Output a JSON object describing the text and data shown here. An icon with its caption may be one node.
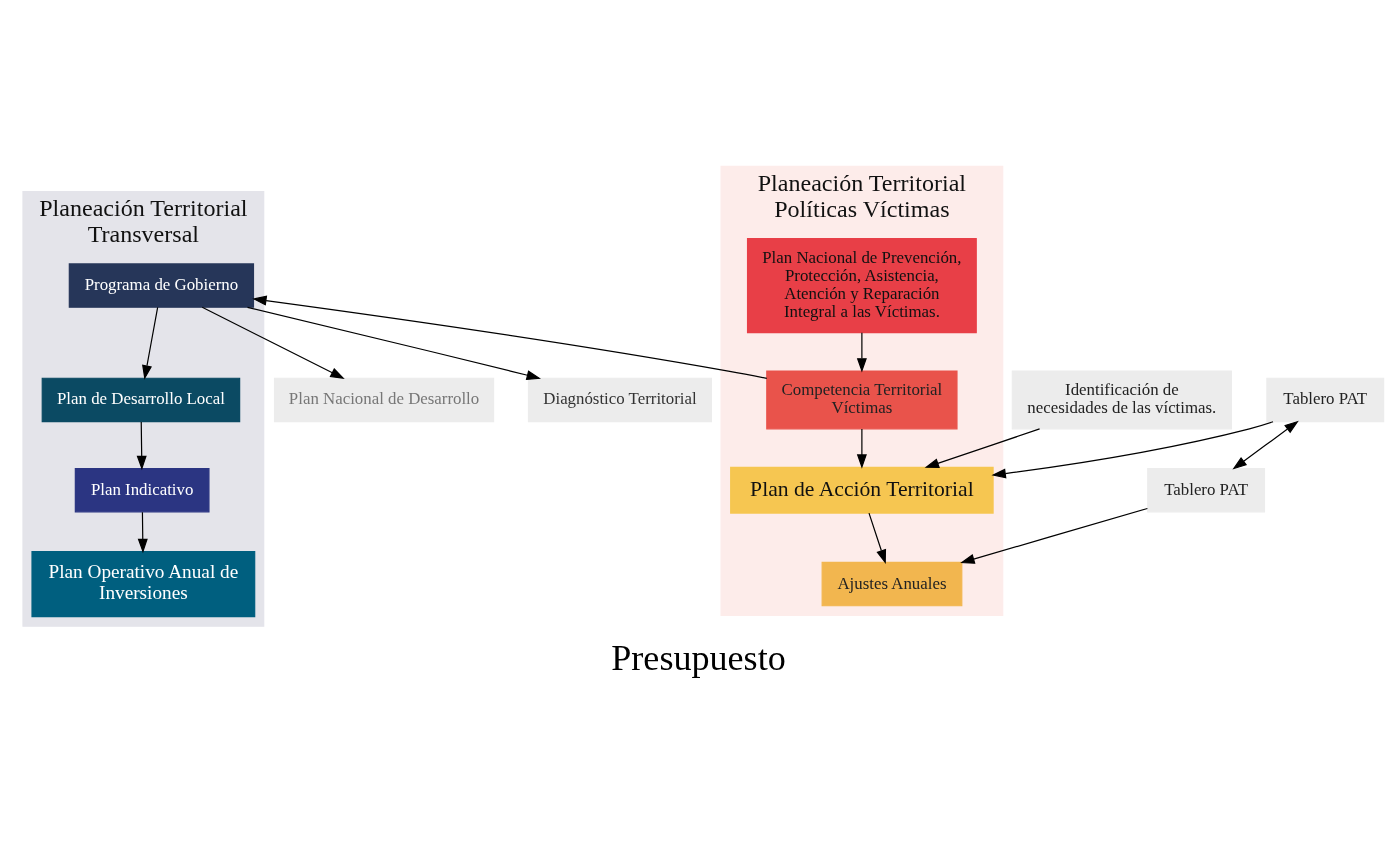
{
  "diagram": {
    "caption": "Presupuesto",
    "nodes": [
      {
        "text": [
          "Planeación Territorial Transversal"
        ]
      },
      {
        "text": [
          "Plan Nacional de Desarrollo"
        ]
      },
      {
        "text": [
          "Diagnóstico Territorial"
        ]
      },
      {
        "text": [
          "Programa de Gobierno"
        ],
        "in": 0
      },
      {
        "text": [
          "Plan de Desarrollo Local"
        ],
        "in": 0
      },
      {
        "text": [
          "Plan Indicativo"
        ],
        "in": 0
      },
      {
        "text": [
          "Plan Operativo Anual de Inversiones"
        ],
        "in": 0
      },
      {
        "text": [
          "Planeación Territorial Políticas Víctimas"
        ]
      },
      {
        "text": [
          "Plan Nacional de Prevención, Protección, Asistencia, Atención y Reparación Integral a las Víctimas."
        ],
        "in": 7
      },
      {
        "text": [
          "Competencia Territorial Víctimas"
        ],
        "in": 7
      },
      {
        "text": [
          "Plan de Acción Territorial"
        ],
        "in": 7
      },
      {
        "text": [
          "Ajustes Anuales"
        ],
        "in": 7
      },
      {
        "text": [
          "Identificación de necesidades de las víctimas."
        ]
      },
      {
        "text": [
          "Tablero PAT"
        ]
      },
      {
        "text": [
          "Tablero PAT"
        ]
      }
    ],
    "edges": [
      {
        "from": 3,
        "to": 1,
        "arrow": "to"
      },
      {
        "from": 3,
        "to": 2,
        "arrow": "to"
      },
      {
        "from": 3,
        "to": 4,
        "arrow": "to"
      },
      {
        "from": 4,
        "to": 5,
        "arrow": "to"
      },
      {
        "from": 5,
        "to": 6,
        "arrow": "to"
      },
      {
        "from": 9,
        "to": 3,
        "arrow": "to"
      },
      {
        "from": 8,
        "to": 9,
        "arrow": "to"
      },
      {
        "from": 9,
        "to": 10,
        "arrow": "to"
      },
      {
        "from": 10,
        "to": 11,
        "arrow": "to"
      },
      {
        "from": 12,
        "to": 10,
        "arrow": "to"
      },
      {
        "from": 13,
        "to": 10,
        "arrow": "to"
      },
      {
        "from": 13,
        "to": 14,
        "arrow": "both"
      },
      {
        "from": 14,
        "to": 11,
        "arrow": "to"
      }
    ]
  }
}
